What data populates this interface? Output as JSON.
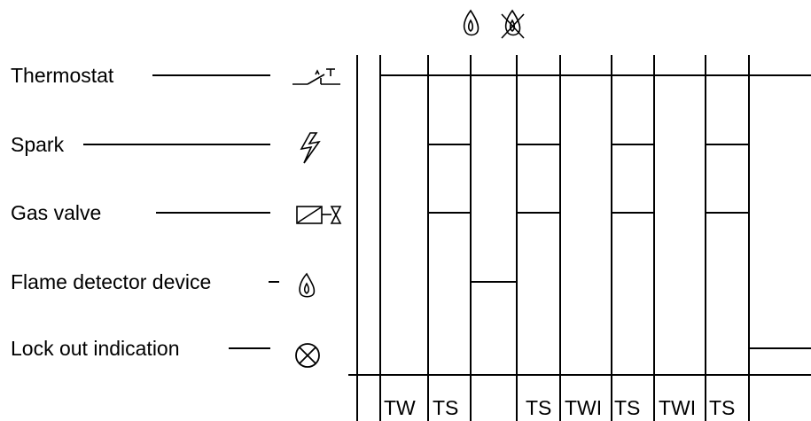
{
  "rows": [
    {
      "label": "Thermostat",
      "icon": "thermostat-switch-icon"
    },
    {
      "label": "Spark",
      "icon": "spark-icon"
    },
    {
      "label": "Gas valve",
      "icon": "gas-valve-icon"
    },
    {
      "label": "Flame detector device",
      "icon": "flame-icon"
    },
    {
      "label": "Lock out indication",
      "icon": "lockout-lamp-icon"
    }
  ],
  "header_icons": [
    "flame-icon",
    "flame-crossed-icon"
  ],
  "phases": [
    "TW",
    "TS",
    "",
    "TS",
    "TWI",
    "TS",
    "TWI",
    "TS",
    ""
  ],
  "signals": {
    "thermostat": [
      1,
      1,
      1,
      1,
      1,
      1,
      1,
      1,
      1
    ],
    "spark": [
      0,
      1,
      0,
      1,
      0,
      1,
      0,
      1,
      0
    ],
    "gas_valve": [
      0,
      1,
      0,
      1,
      0,
      1,
      0,
      1,
      0
    ],
    "flame": [
      0,
      0,
      1,
      0,
      0,
      0,
      0,
      0,
      0
    ],
    "lockout": [
      0,
      0,
      0,
      0,
      0,
      0,
      0,
      0,
      1
    ]
  }
}
